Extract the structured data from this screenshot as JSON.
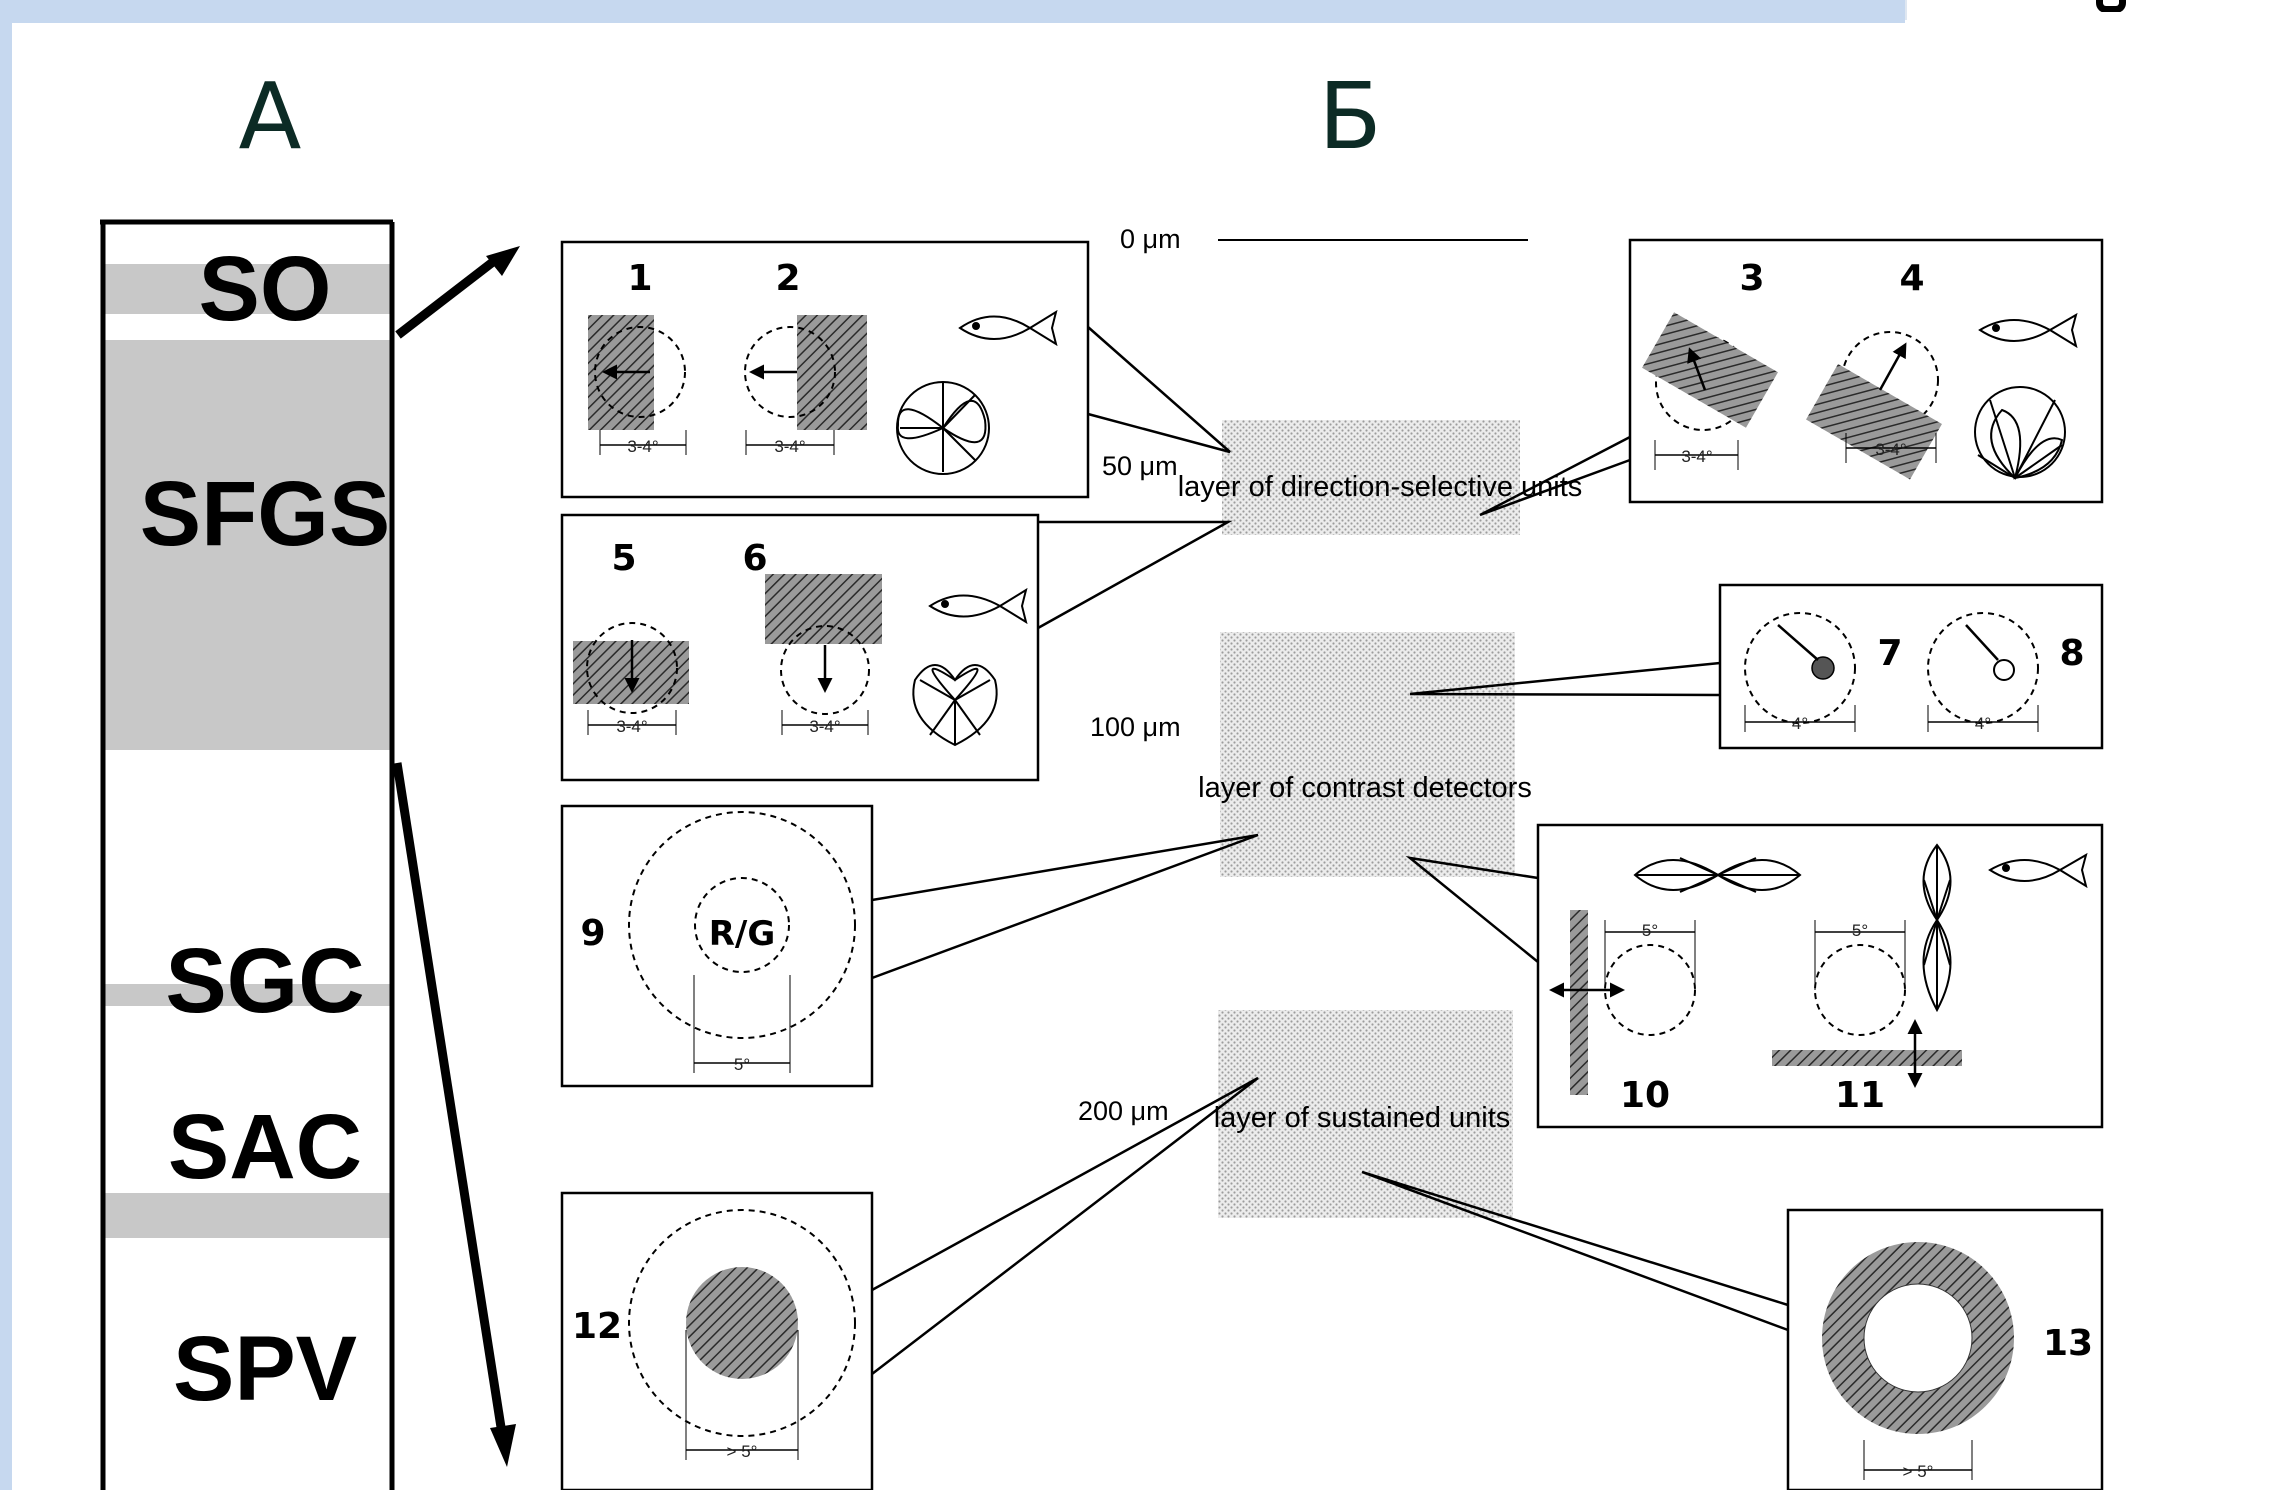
{
  "panel_a": {
    "letter": "А",
    "layers": [
      "SO",
      "SFGS",
      "SGC",
      "SAC",
      "SPV"
    ]
  },
  "panel_b": {
    "letter": "Б",
    "depths": [
      "0 μm",
      "50 μm",
      "100 μm",
      "200 μm"
    ],
    "zones": [
      "layer of direction-selective units",
      "layer of contrast detectors",
      "layer of sustained units"
    ],
    "unit_numbers": [
      "1",
      "2",
      "3",
      "4",
      "5",
      "6",
      "7",
      "8",
      "9",
      "10",
      "11",
      "12",
      "13"
    ],
    "measures": {
      "m34": "3-4°",
      "m4": "4°",
      "m5": "5°",
      "m5gt": "> 5°"
    },
    "rg_label": "R/G"
  },
  "colors": {
    "frame": "#c6d8ef",
    "layer_band": "#c8c8c8",
    "title": "#0c2b25"
  }
}
